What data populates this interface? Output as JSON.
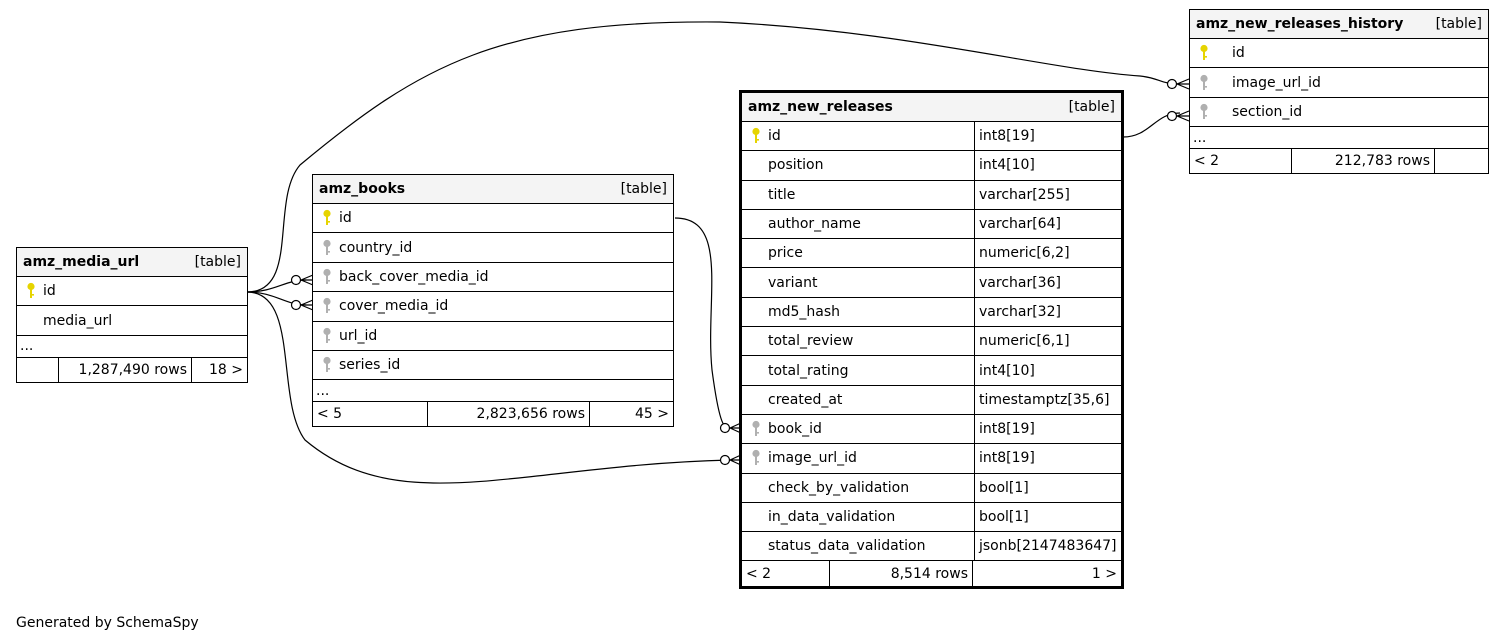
{
  "tables": {
    "amz_media_url": {
      "name": "amz_media_url",
      "kind": "[table]",
      "columns": [
        {
          "name": "id",
          "key": "primary"
        },
        {
          "name": "media_url",
          "key": "none"
        }
      ],
      "ellipsis": "...",
      "parents": "",
      "rows": "1,287,490 rows",
      "children": "18 >"
    },
    "amz_books": {
      "name": "amz_books",
      "kind": "[table]",
      "columns": [
        {
          "name": "id",
          "key": "primary"
        },
        {
          "name": "country_id",
          "key": "foreign"
        },
        {
          "name": "back_cover_media_id",
          "key": "foreign"
        },
        {
          "name": "cover_media_id",
          "key": "foreign"
        },
        {
          "name": "url_id",
          "key": "foreign"
        },
        {
          "name": "series_id",
          "key": "foreign"
        }
      ],
      "ellipsis": "...",
      "parents": "< 5",
      "rows": "2,823,656 rows",
      "children": "45 >"
    },
    "amz_new_releases": {
      "name": "amz_new_releases",
      "kind": "[table]",
      "columns": [
        {
          "name": "id",
          "type": "int8[19]",
          "key": "primary"
        },
        {
          "name": "position",
          "type": "int4[10]",
          "key": "none"
        },
        {
          "name": "title",
          "type": "varchar[255]",
          "key": "none"
        },
        {
          "name": "author_name",
          "type": "varchar[64]",
          "key": "none"
        },
        {
          "name": "price",
          "type": "numeric[6,2]",
          "key": "none"
        },
        {
          "name": "variant",
          "type": "varchar[36]",
          "key": "none"
        },
        {
          "name": "md5_hash",
          "type": "varchar[32]",
          "key": "none"
        },
        {
          "name": "total_review",
          "type": "numeric[6,1]",
          "key": "none"
        },
        {
          "name": "total_rating",
          "type": "int4[10]",
          "key": "none"
        },
        {
          "name": "created_at",
          "type": "timestamptz[35,6]",
          "key": "none"
        },
        {
          "name": "book_id",
          "type": "int8[19]",
          "key": "foreign"
        },
        {
          "name": "image_url_id",
          "type": "int8[19]",
          "key": "foreign"
        },
        {
          "name": "check_by_validation",
          "type": "bool[1]",
          "key": "none"
        },
        {
          "name": "in_data_validation",
          "type": "bool[1]",
          "key": "none"
        },
        {
          "name": "status_data_validation",
          "type": "jsonb[2147483647]",
          "key": "none"
        }
      ],
      "parents": "< 2",
      "rows": "8,514 rows",
      "children": "1 >"
    },
    "amz_new_releases_history": {
      "name": "amz_new_releases_history",
      "kind": "[table]",
      "columns": [
        {
          "name": "id",
          "key": "primary"
        },
        {
          "name": "image_url_id",
          "key": "foreign"
        },
        {
          "name": "section_id",
          "key": "foreign"
        }
      ],
      "ellipsis": "...",
      "parents": "< 2",
      "rows": "212,783 rows",
      "children": ""
    }
  },
  "footer_text": "Generated by SchemaSpy",
  "colors": {
    "primary_key": "#e6d400",
    "foreign_key": "#b0b0b0",
    "header_bg": "#f4f4f4"
  }
}
